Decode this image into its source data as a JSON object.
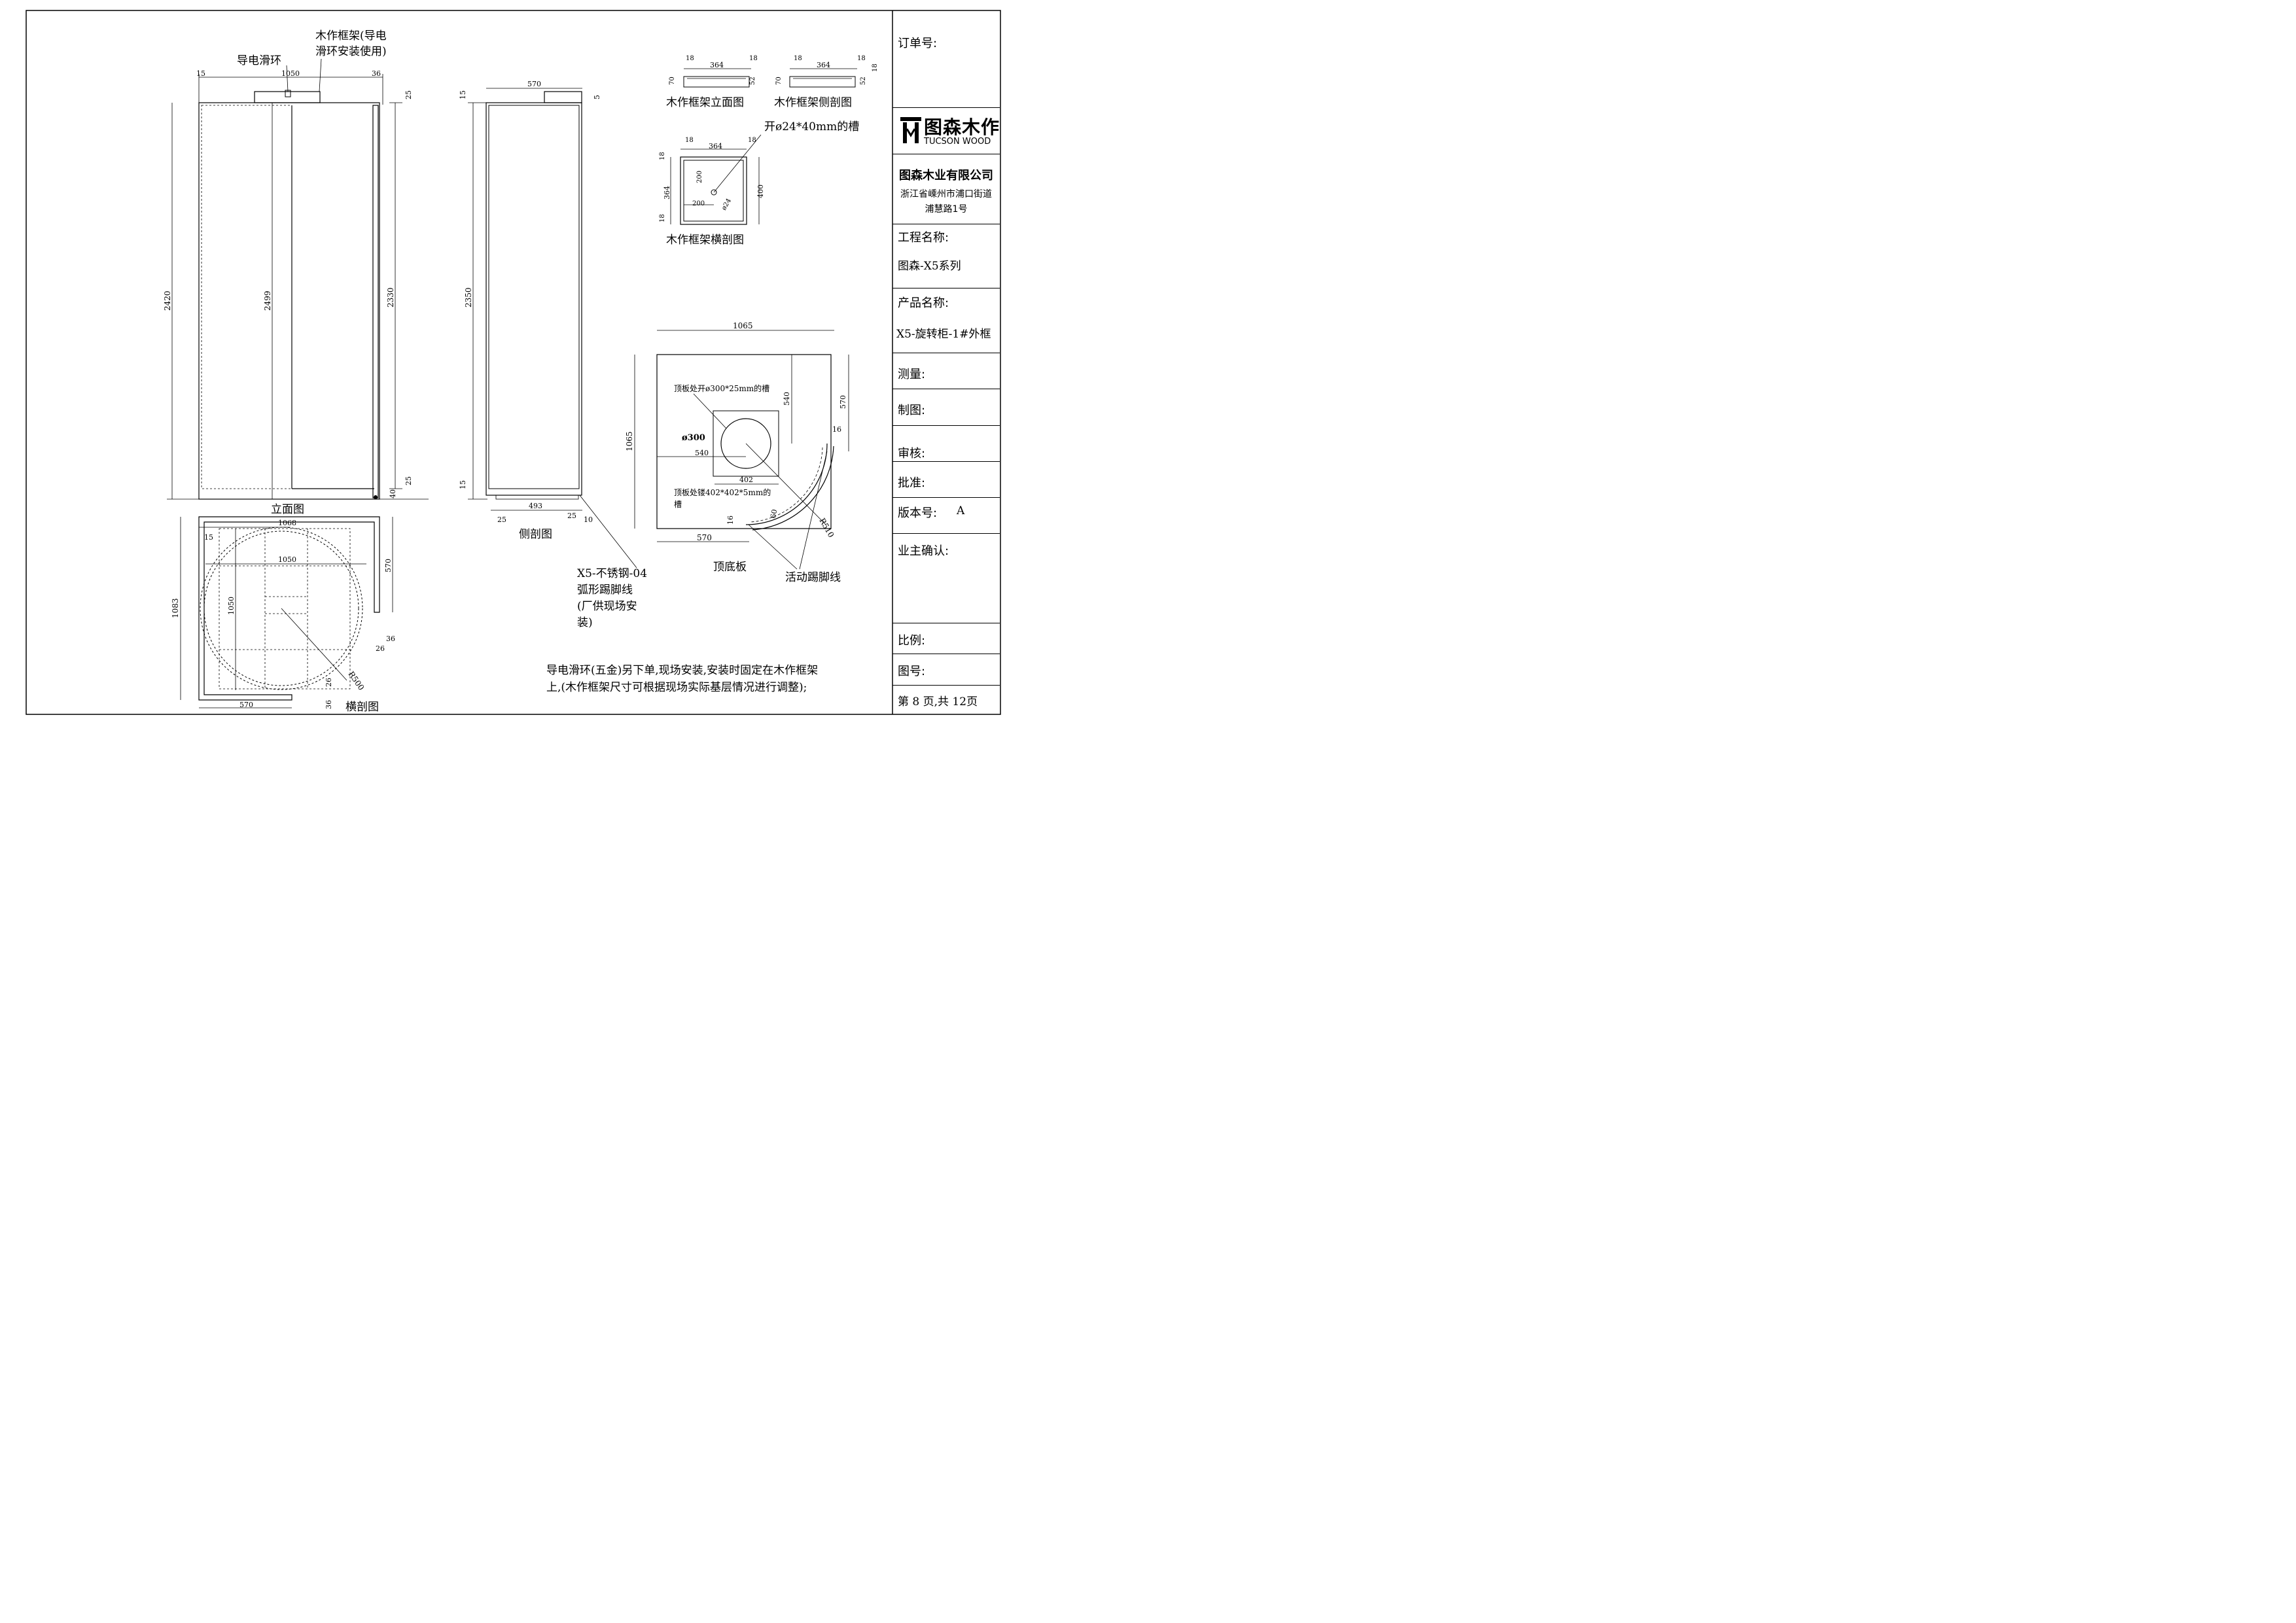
{
  "title_block": {
    "order_no_label": "订单号:",
    "brand": {
      "mark_icon": "tucson-wood-mark-icon",
      "cn": "图森木作",
      "en": "TUCSON WOOD"
    },
    "company_name": "图森木业有限公司",
    "company_address_1": "浙江省嵊州市浦口街道",
    "company_address_2": "浦慧路1号",
    "project_label": "工程名称:",
    "project_value": "图森-X5系列",
    "product_label": "产品名称:",
    "product_value": "X5-旋转柜-1#外框",
    "measure_label": "测量:",
    "drawing_label": "制图:",
    "review_label": "审核:",
    "approve_label": "批准:",
    "version_label": "版本号:",
    "version_value": "A",
    "owner_confirm_label": "业主确认:",
    "scale_label": "比例:",
    "drawing_no_label": "图号:",
    "page_info": "第 8 页,共 12页"
  },
  "front_view": {
    "title": "立面图",
    "callout_frame_1": "木作框架(导电",
    "callout_frame_2": "滑环安装使用)",
    "callout_slip_ring": "导电滑环",
    "dim_top_left": "15",
    "dim_top_width": "1050",
    "dim_top_right": "36",
    "dim_top_edge": "25",
    "dim_height_left": "2420",
    "dim_height_mid": "2499",
    "dim_height_right": "2330",
    "dim_bottom_edge": "25",
    "dim_bottom_base": "40"
  },
  "side_view": {
    "title": "侧剖图",
    "dim_width": "570",
    "dim_top": "15",
    "dim_top_right": "5",
    "dim_height": "2350",
    "dim_bottom": "15",
    "dim_base": "493",
    "dim_base_left": "25",
    "dim_base_right": "25",
    "dim_base_end": "10",
    "callout_1": "X5-不锈钢-04",
    "callout_2": "弧形踢脚线",
    "callout_3": "(厂供现场安",
    "callout_4": "装)"
  },
  "frame_details": {
    "elevation_title": "木作框架立面图",
    "side_section_title": "木作框架侧剖图",
    "cross_section_title": "木作框架横剖图",
    "slot_note": "开ø24*40mm的槽",
    "dims": {
      "left_thk": "18",
      "width": "364",
      "right_thk": "18",
      "height": "70",
      "inner_h": "52",
      "depth_thk": "18",
      "cross_outer": "400",
      "cross_inner": "364",
      "cross_offset_v": "200",
      "cross_offset_h": "200",
      "hole": "ø24"
    }
  },
  "top_plate": {
    "title": "顶底板",
    "dim_width": "1065",
    "dim_height": "1065",
    "dim_540_v": "540",
    "dim_570_right": "570",
    "dim_540_h": "540",
    "dim_570_bottom": "570",
    "dim_402": "402",
    "dim_16_top": "16",
    "dim_16_bottom": "16",
    "dim_60": "60",
    "dim_r510": "R510",
    "dim_diameter": "ø300",
    "note_slot": "顶板处开ø300*25mm的槽",
    "note_recess_1": "顶板处镂402*402*5mm的",
    "note_recess_2": "槽",
    "callout_kick": "活动踢脚线"
  },
  "cross_section": {
    "title": "横剖图",
    "dim_1068": "1068",
    "dim_15": "15",
    "dim_1050_h": "1050",
    "dim_1050_v": "1050",
    "dim_1083": "1083",
    "dim_570_right": "570",
    "dim_570_bottom": "570",
    "dim_36_a": "36",
    "dim_26_a": "26",
    "dim_26_b": "26",
    "dim_36_b": "36",
    "dim_r500": "R500"
  },
  "bottom_note_1": "导电滑环(五金)另下单,现场安装,安装时固定在木作框架",
  "bottom_note_2": "上,(木作框架尺寸可根据现场实际基层情况进行调整);"
}
